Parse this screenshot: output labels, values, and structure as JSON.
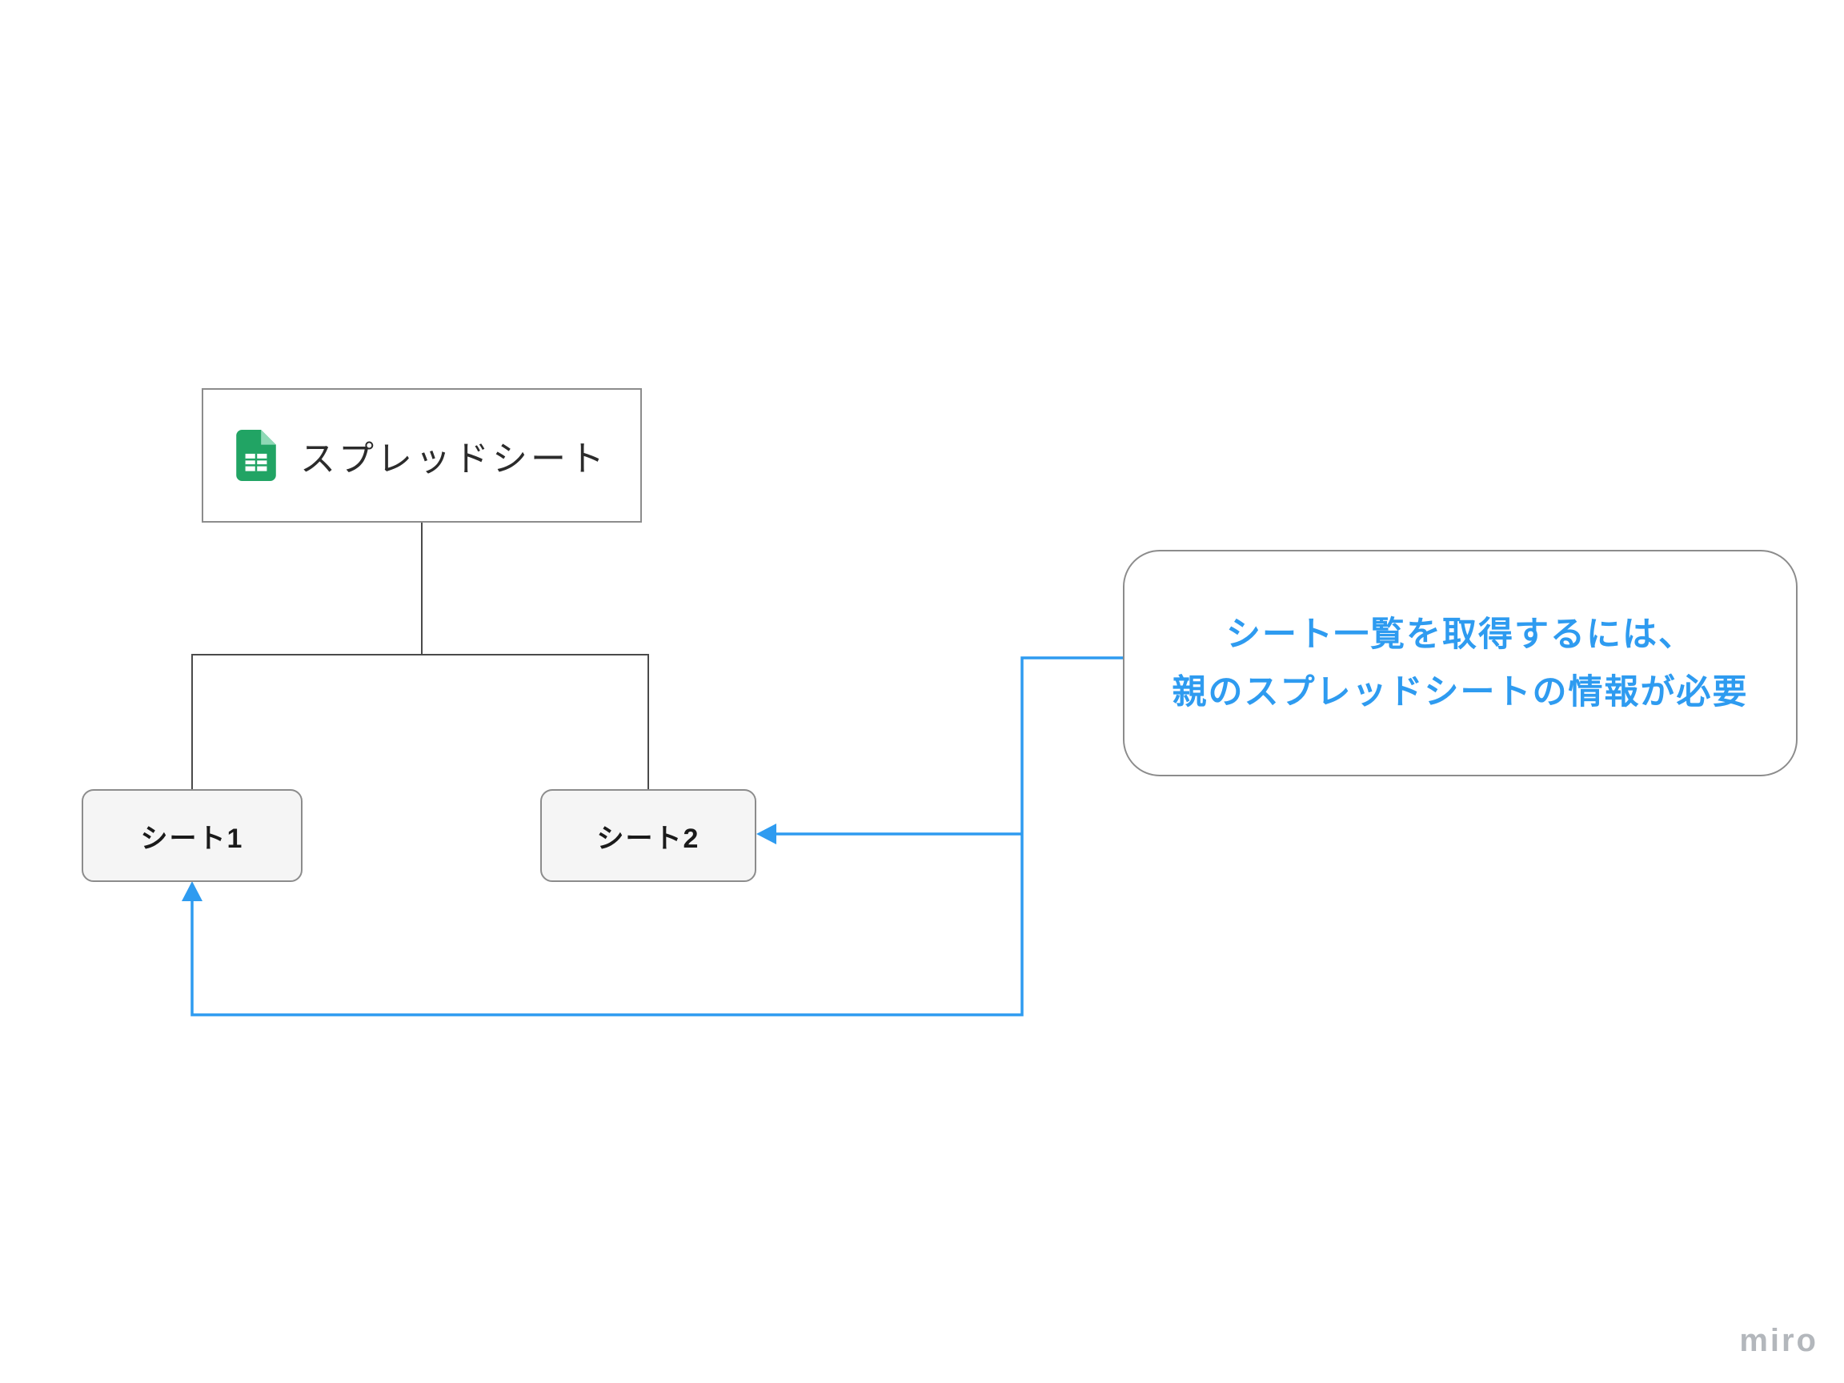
{
  "diagram": {
    "spreadsheet_node": {
      "label": "スプレッドシート",
      "icon": "google-sheets-icon"
    },
    "sheet_nodes": [
      {
        "label": "シート1"
      },
      {
        "label": "シート2"
      }
    ],
    "callout": {
      "lines": [
        "シート一覧を取得するには、",
        "親のスプレッドシートの情報が必要"
      ]
    },
    "colors": {
      "accent_blue": "#2e9bf0",
      "sheets_green": "#21a464",
      "sheets_green_light": "#8fd9b6",
      "border_gray": "#8c8c8c",
      "node_fill": "#f5f5f5",
      "connector_black": "#4a4a4a"
    }
  },
  "watermark": "miro"
}
